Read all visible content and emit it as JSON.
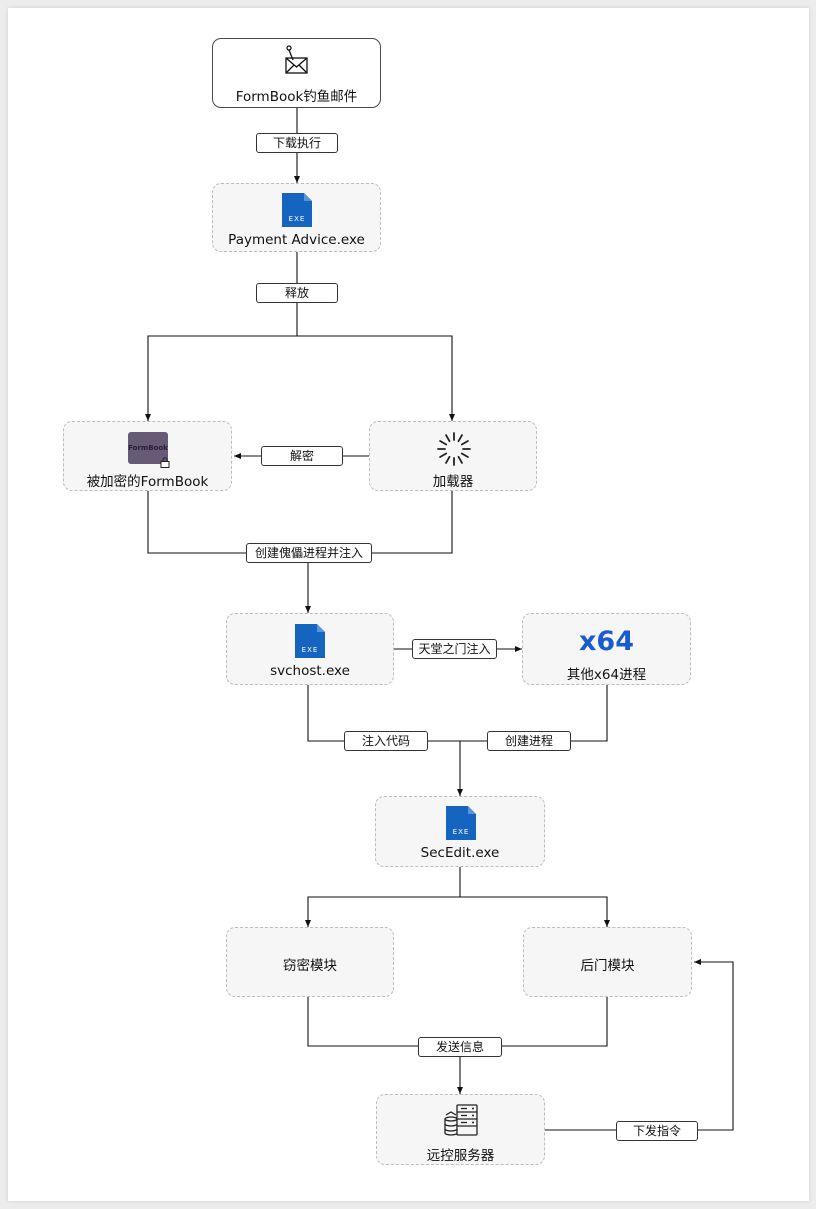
{
  "nodes": {
    "phishing": {
      "label": "FormBook钓鱼邮件",
      "icon": "email-hook-icon"
    },
    "payment": {
      "label": "Payment Advice.exe",
      "icon": "exe-file-icon",
      "icon_text": "EXE"
    },
    "encrypted": {
      "label": "被加密的FormBook",
      "icon": "formbook-logo-icon",
      "logo_text": "FormBook"
    },
    "loader": {
      "label": "加载器",
      "icon": "loader-spinner-icon"
    },
    "svchost": {
      "label": "svchost.exe",
      "icon": "exe-file-icon",
      "icon_text": "EXE"
    },
    "x64proc": {
      "label": "其他x64进程",
      "logo_text": "x64"
    },
    "secedit": {
      "label": "SecEdit.exe",
      "icon": "exe-file-icon",
      "icon_text": "EXE"
    },
    "stealer": {
      "label": "窃密模块"
    },
    "backdoor": {
      "label": "后门模块"
    },
    "c2": {
      "label": "远控服务器",
      "icon": "server-icon"
    }
  },
  "edges": {
    "download": "下载执行",
    "release": "释放",
    "decrypt": "解密",
    "inject_puppet": "创建傀儡进程并注入",
    "heavens_gate": "天堂之门注入",
    "inject_code": "注入代码",
    "create_process": "创建进程",
    "send_info": "发送信息",
    "command": "下发指令"
  },
  "colors": {
    "exe_blue": "#1565c0",
    "x64_blue": "#1a5bd0",
    "formbook_bg": "#675a78"
  }
}
